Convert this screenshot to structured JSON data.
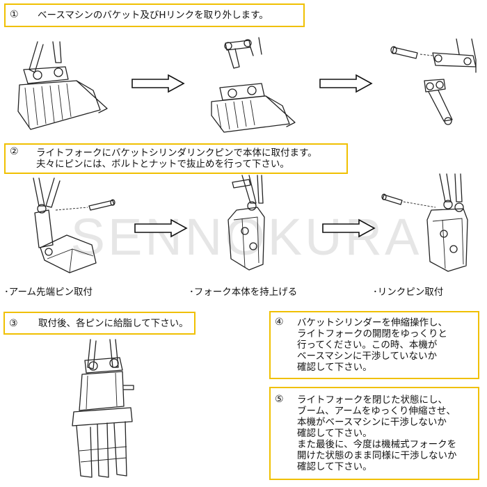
{
  "steps": [
    {
      "num": "①",
      "lines": [
        "ベースマシンのバケット及びHリンクを取り外します。"
      ]
    },
    {
      "num": "②",
      "lines": [
        "ライトフォークにバケットシリンダリンクピンで本体に取付ます。",
        "夫々にピンには、ボルトとナットで抜止めを行って下さい。"
      ]
    },
    {
      "num": "③",
      "lines": [
        "取付後、各ピンに給脂して下さい。"
      ]
    },
    {
      "num": "④",
      "lines": [
        "バケットシリンダーを伸縮操作し、",
        "ライトフォークの開閉をゆっくりと",
        "行ってください。この時、本機が",
        "ベースマシンに干渉していないか",
        "確認して下さい。"
      ]
    },
    {
      "num": "⑤",
      "lines": [
        "ライトフォークを閉じた状態にし、",
        "ブーム、アームをゆっくり伸縮させ、",
        "本機がベースマシンに干渉しないか",
        "確認して下さい。",
        "また最後に、今度は機械式フォークを",
        "開けた状態のまま同様に干渉しないか",
        "確認して下さい。"
      ]
    }
  ],
  "captions": [
    "･アーム先端ピン取付",
    "･フォーク本体を持上げる",
    "･リンクピン取付"
  ],
  "watermark": "SENNOKURA"
}
